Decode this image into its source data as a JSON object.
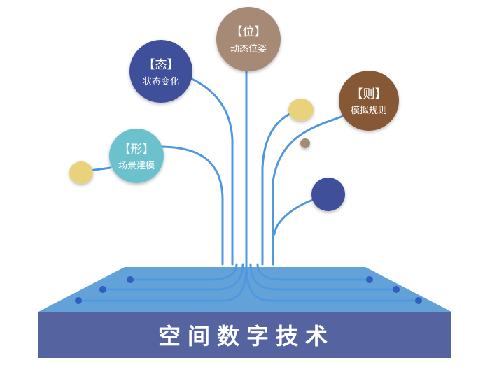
{
  "banner": {
    "title": "空间数字技术"
  },
  "nodes": {
    "wei": {
      "title": "【位】",
      "subtitle": "动态位姿",
      "color": "#a68a75"
    },
    "tai": {
      "title": "【态】",
      "subtitle": "状态变化",
      "color": "#3f4f9a"
    },
    "ze": {
      "title": "【则】",
      "subtitle": "模拟规则",
      "color": "#875935"
    },
    "xing": {
      "title": "【形】",
      "subtitle": "场景建模",
      "color": "#6cc2cc"
    }
  },
  "colors": {
    "platform_top": "#63a2d8",
    "platform_front": "#5563a0",
    "line": "#4f98df",
    "dot": "#2f5fbf",
    "yellow": "#e9d27c",
    "small_brown": "#a68a75"
  }
}
